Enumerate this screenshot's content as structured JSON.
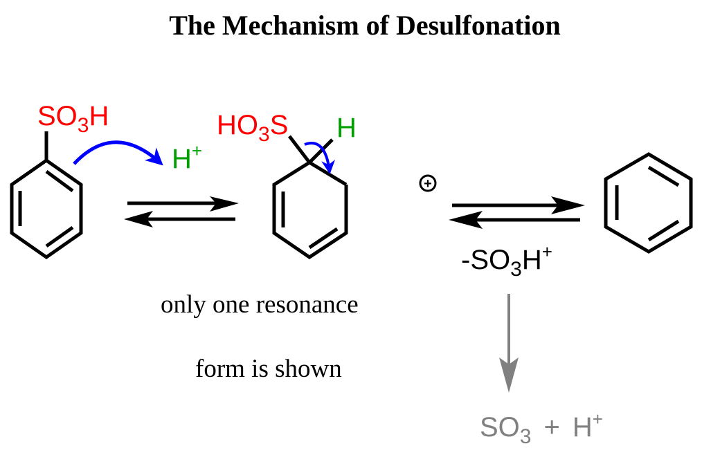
{
  "title": "The Mechanism of Desulfonation",
  "colors": {
    "substituent": "#ff0000",
    "proton": "#00a000",
    "arrow_curved": "#0000ff",
    "byproduct": "#808080",
    "bond": "#000000"
  },
  "reactant": {
    "group": "SO",
    "sub": "3",
    "tail": "H"
  },
  "proton_in": {
    "label": "H",
    "sup": "+"
  },
  "intermediate": {
    "group": "HO",
    "sub": "3",
    "tail": "S",
    "h_label": "H",
    "charge": "+"
  },
  "loss_label": {
    "prefix": "-SO",
    "sub": "3",
    "tail": "H",
    "sup": "+"
  },
  "note": {
    "line1": "only one resonance",
    "line2": "form is shown"
  },
  "byproducts": {
    "so": "SO",
    "sub": "3",
    "plus": "+",
    "h": "H",
    "sup": "+"
  }
}
